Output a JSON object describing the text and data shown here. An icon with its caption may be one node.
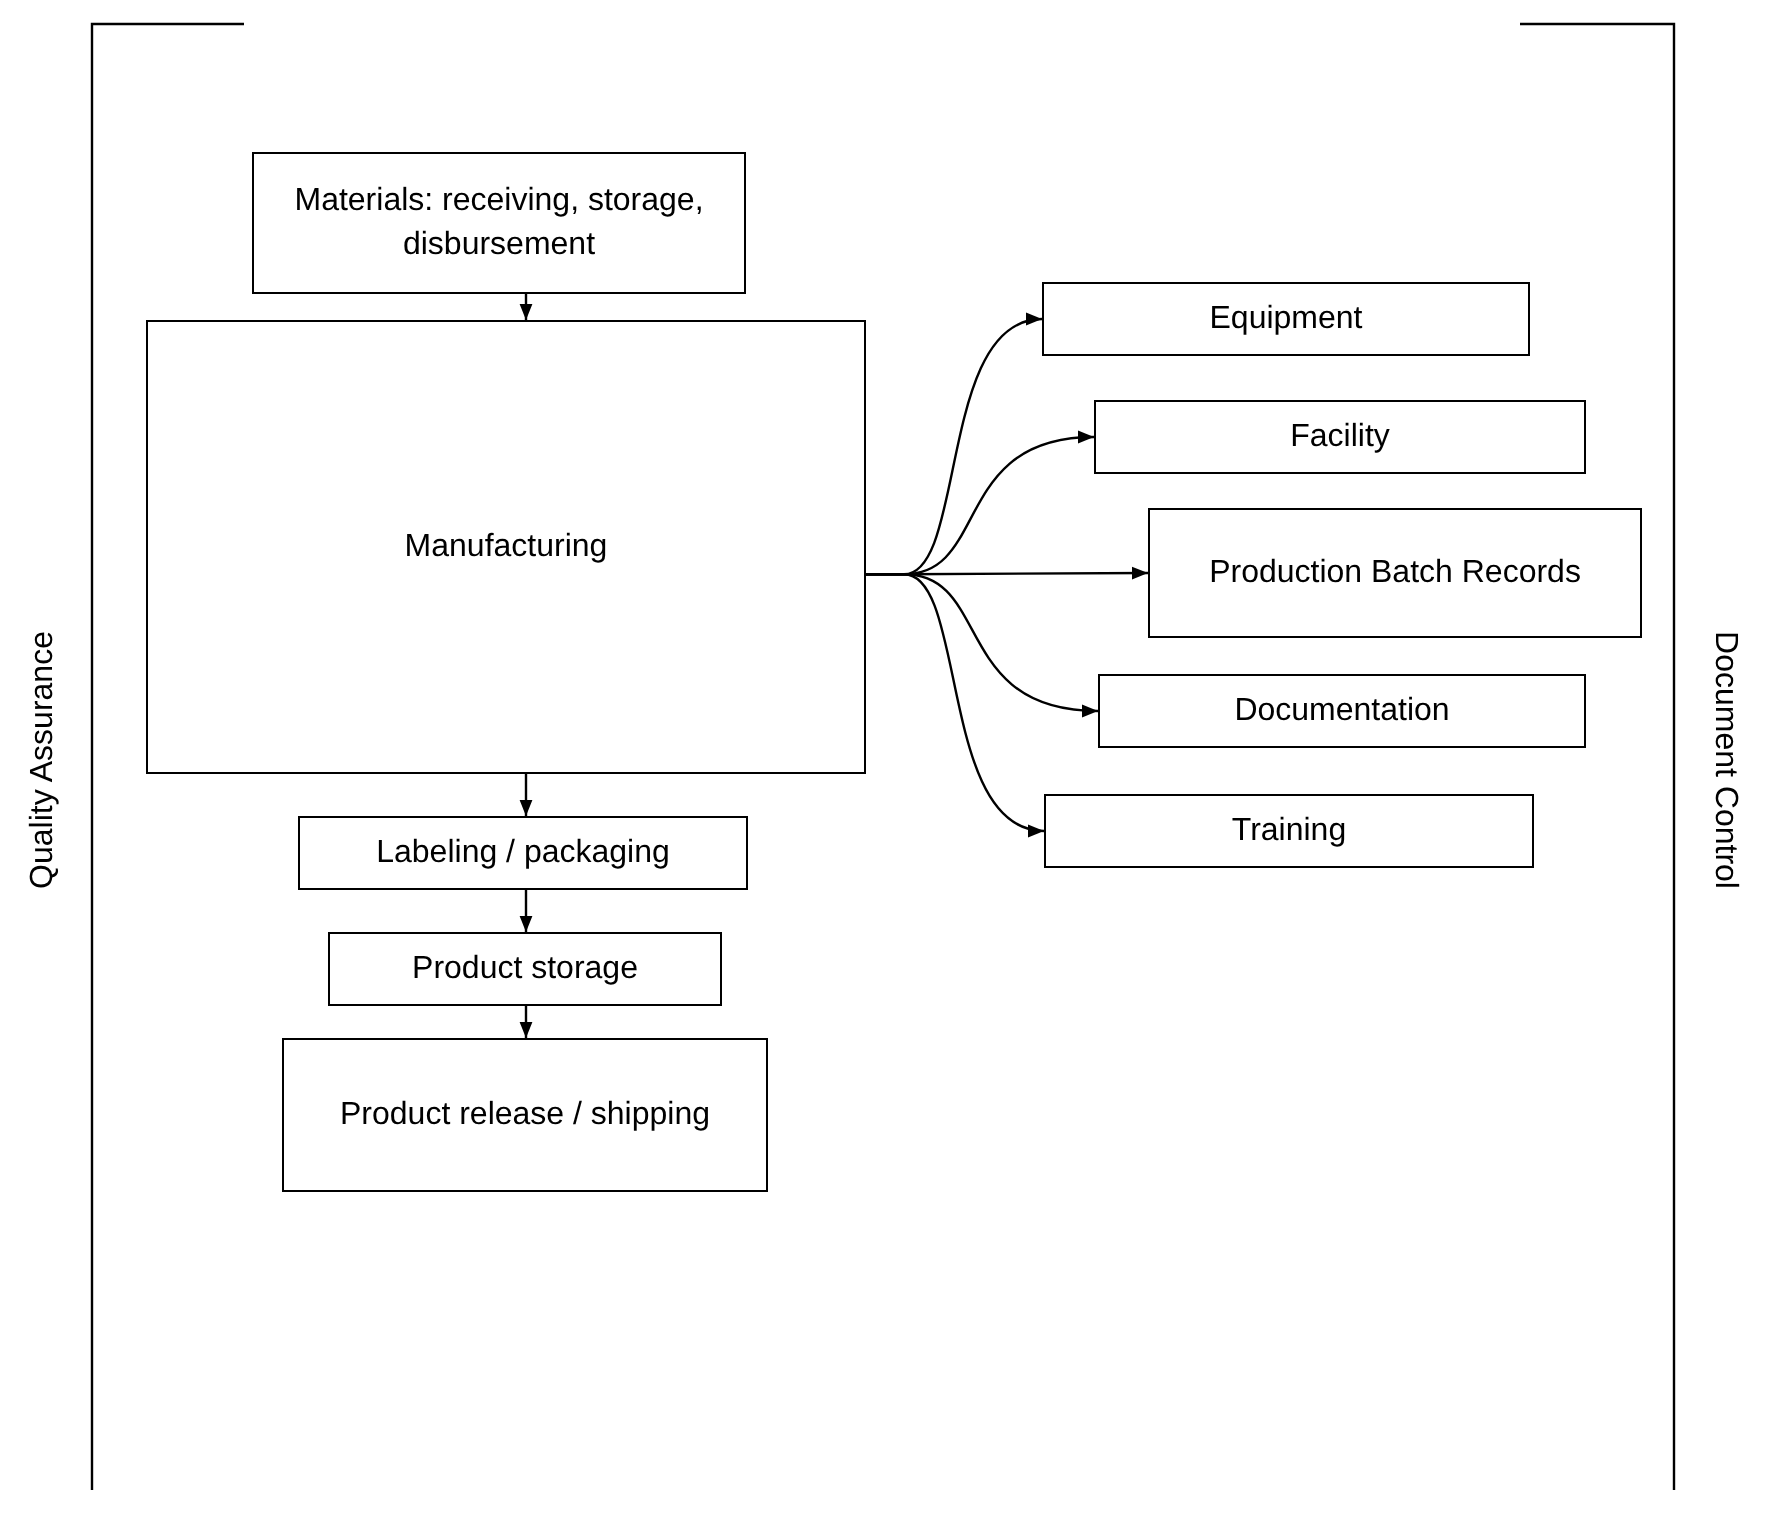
{
  "diagram": {
    "nodes": [
      {
        "text": [
          "Materials: receiving, storage, disbursement"
        ]
      },
      {
        "text": [
          "Manufacturing"
        ]
      },
      {
        "text": [
          "Equipment"
        ]
      },
      {
        "text": [
          "Facility"
        ]
      },
      {
        "text": [
          "Production Batch Records"
        ]
      },
      {
        "text": [
          "Documentation"
        ]
      },
      {
        "text": [
          "Training"
        ]
      },
      {
        "text": [
          "Labeling / packaging"
        ]
      },
      {
        "text": [
          "Product storage"
        ]
      },
      {
        "text": [
          "Product release / shipping"
        ]
      }
    ],
    "edges": [
      {
        "from": 0,
        "to": 1,
        "arrow": "to"
      },
      {
        "from": 1,
        "to": 2,
        "arrow": "to"
      },
      {
        "from": 1,
        "to": 3,
        "arrow": "to"
      },
      {
        "from": 1,
        "to": 4,
        "arrow": "to"
      },
      {
        "from": 1,
        "to": 5,
        "arrow": "to"
      },
      {
        "from": 1,
        "to": 6,
        "arrow": "to"
      },
      {
        "from": 1,
        "to": 7,
        "arrow": "to"
      },
      {
        "from": 7,
        "to": 8,
        "arrow": "to"
      },
      {
        "from": 8,
        "to": 9,
        "arrow": "to"
      }
    ],
    "labels": [
      "Quality Assurance",
      "Document Control"
    ]
  }
}
